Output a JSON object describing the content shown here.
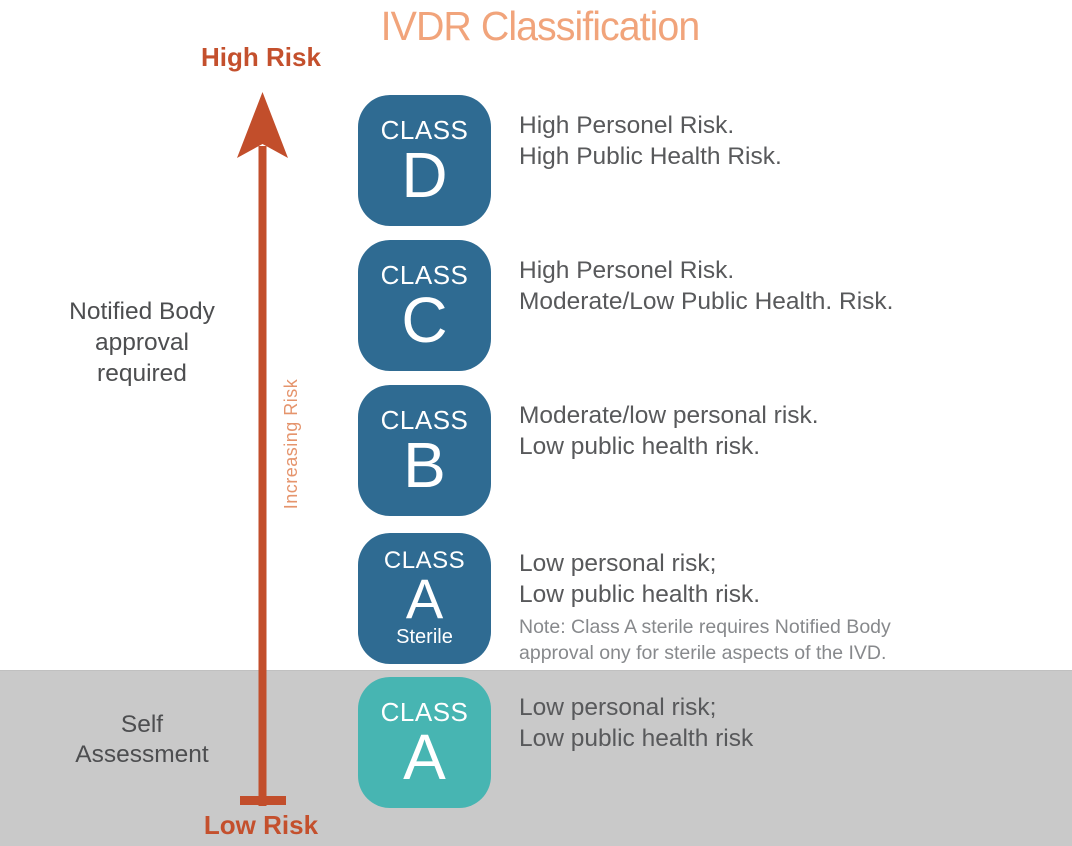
{
  "title": "IVDR Classification",
  "risk_axis": {
    "high_label": "High Risk",
    "low_label": "Low Risk",
    "arrow_label": "Increasing Risk"
  },
  "groups": {
    "notified_body_lines": [
      "Notified Body",
      "approval",
      "required"
    ],
    "self_assessment_lines": [
      "Self",
      "Assessment"
    ]
  },
  "classes": [
    {
      "id": "class-d",
      "label_word": "CLASS",
      "letter": "D",
      "box_color": "#2f6b92",
      "desc_lines": [
        "High Personel Risk.",
        "High Public Health Risk."
      ]
    },
    {
      "id": "class-c",
      "label_word": "CLASS",
      "letter": "C",
      "box_color": "#2f6b92",
      "desc_lines": [
        "High Personel Risk.",
        "Moderate/Low Public Health. Risk."
      ]
    },
    {
      "id": "class-b",
      "label_word": "CLASS",
      "letter": "B",
      "box_color": "#2f6b92",
      "desc_lines": [
        "Moderate/low  personal risk.",
        "Low public health risk."
      ]
    },
    {
      "id": "class-a-sterile",
      "label_word": "CLASS",
      "letter": "A",
      "sublabel": "Sterile",
      "box_color": "#2f6b92",
      "desc_lines": [
        "Low personal risk;",
        "Low public health risk."
      ],
      "note_lines": [
        "Note: Class A sterile requires Notified Body",
        "approval ony for sterile aspects of the IVD."
      ]
    },
    {
      "id": "class-a",
      "label_word": "CLASS",
      "letter": "A",
      "box_color": "#47b5b2",
      "desc_lines": [
        "Low personal risk;",
        "Low public health risk"
      ]
    }
  ],
  "colors": {
    "box_blue": "#2f6b92",
    "box_teal": "#47b5b2",
    "arrow": "#c24e2b",
    "risk_labels": "#c4502d",
    "title": "#f1a47b",
    "increasing_risk_label": "#e5946c",
    "self_assessment_band": "#c9c9c9",
    "description_text": "#58595b",
    "note_text": "#87898c"
  }
}
